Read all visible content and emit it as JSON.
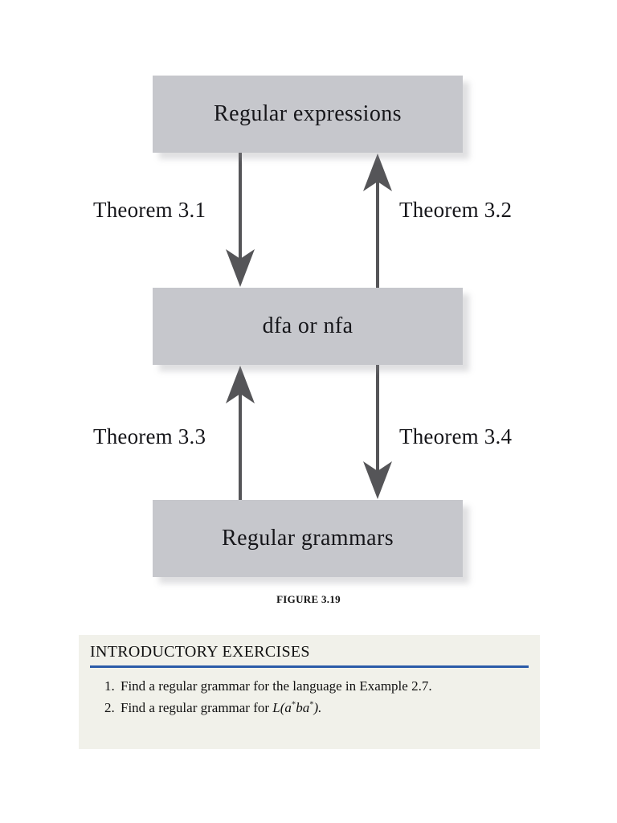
{
  "figure": {
    "caption": "FIGURE 3.19",
    "nodes": [
      {
        "id": "regular-expressions",
        "label": "Regular expressions"
      },
      {
        "id": "dfa-nfa",
        "label": "dfa or nfa"
      },
      {
        "id": "regular-grammars",
        "label": "Regular grammars"
      }
    ],
    "edges": [
      {
        "id": "theorem-3-1",
        "label": "Theorem 3.1",
        "from": "regular-expressions",
        "to": "dfa-nfa",
        "direction": "down"
      },
      {
        "id": "theorem-3-2",
        "label": "Theorem 3.2",
        "from": "dfa-nfa",
        "to": "regular-expressions",
        "direction": "up"
      },
      {
        "id": "theorem-3-3",
        "label": "Theorem 3.3",
        "from": "regular-grammars",
        "to": "dfa-nfa",
        "direction": "up"
      },
      {
        "id": "theorem-3-4",
        "label": "Theorem 3.4",
        "from": "dfa-nfa",
        "to": "regular-grammars",
        "direction": "down"
      }
    ],
    "colors": {
      "box_fill": "#c6c7cc",
      "arrow": "#555558",
      "text": "#16161a"
    }
  },
  "exercises": {
    "heading": "INTRODUCTORY EXERCISES",
    "rule_color": "#2b5ba8",
    "panel_background": "#f1f1ea",
    "items": [
      {
        "number": "1.",
        "text": "Find a regular grammar for the language in Example 2.7."
      },
      {
        "number": "2.",
        "prefix": "Find a regular grammar for ",
        "expr_open": "L(",
        "expr_a1": "a",
        "expr_star1": "*",
        "expr_ba": "ba",
        "expr_star2": "*",
        "expr_close": ").",
        "text": "Find a regular grammar for L(a*ba*)."
      }
    ]
  }
}
